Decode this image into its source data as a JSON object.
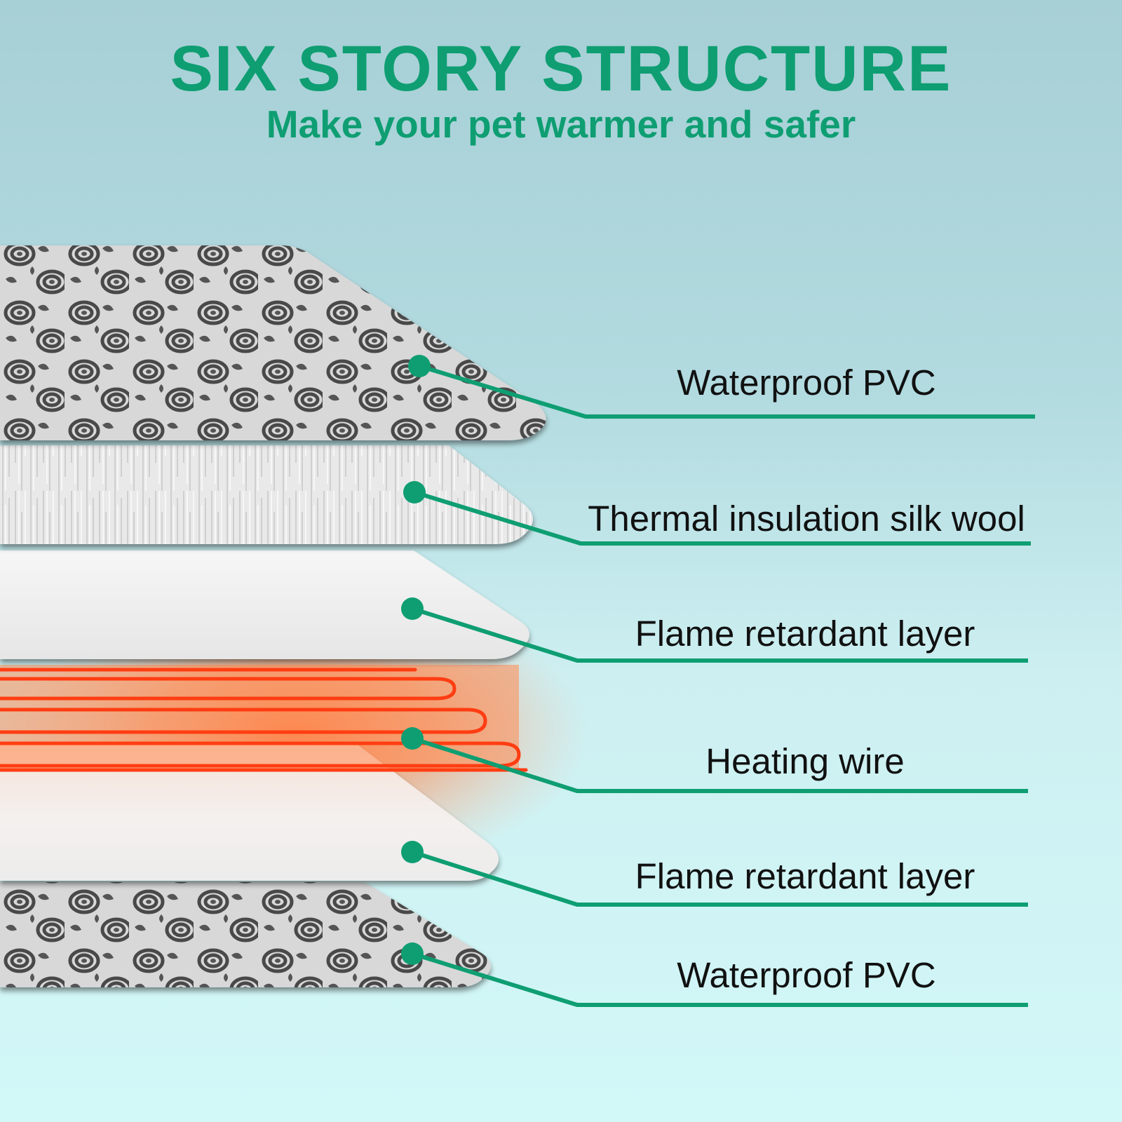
{
  "header": {
    "title": "SIX STORY STRUCTURE",
    "subtitle": "Make your pet warmer and safer"
  },
  "colors": {
    "accent": "#0e9e72",
    "text": "#111111",
    "heating_wire": "#ff3d12",
    "heat_glow": "#ff7a3c"
  },
  "layers": [
    {
      "label": "Waterproof PVC",
      "material": "rose-pattern"
    },
    {
      "label": "Thermal insulation silk wool",
      "material": "brushed-silk"
    },
    {
      "label": "Flame retardant layer",
      "material": "white-felt"
    },
    {
      "label": "Heating wire",
      "material": "heating-wire"
    },
    {
      "label": "Flame retardant layer",
      "material": "white-felt"
    },
    {
      "label": "Waterproof PVC",
      "material": "rose-pattern"
    }
  ]
}
